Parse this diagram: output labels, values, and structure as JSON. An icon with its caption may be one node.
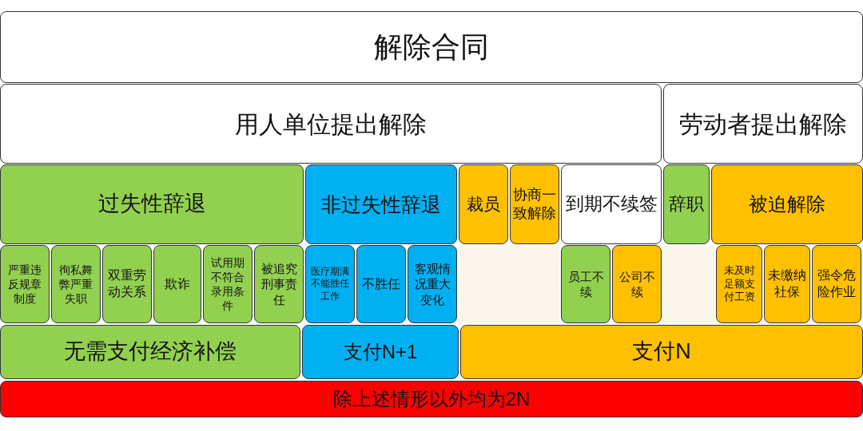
{
  "diagram": {
    "nodes": [
      {
        "text": [
          "解除合同"
        ]
      },
      {
        "text": [
          "用人单位提出解除"
        ]
      },
      {
        "text": [
          "劳动者提出解除"
        ]
      },
      {
        "text": [
          "过失性辞退"
        ]
      },
      {
        "text": [
          "非过失性辞退"
        ]
      },
      {
        "text": [
          "裁员"
        ]
      },
      {
        "text": [
          "协商一致解除"
        ]
      },
      {
        "text": [
          "到期不续签"
        ]
      },
      {
        "text": [
          "辞职"
        ]
      },
      {
        "text": [
          "被迫解除"
        ]
      },
      {
        "text": [
          "严重违反规章制度"
        ]
      },
      {
        "text": [
          "徇私舞弊严重失职"
        ]
      },
      {
        "text": [
          "双重劳动关系"
        ]
      },
      {
        "text": [
          "欺诈"
        ]
      },
      {
        "text": [
          "试用期不符合录用条件"
        ]
      },
      {
        "text": [
          "被追究刑事责任"
        ]
      },
      {
        "text": [
          "医疗期满不能胜任工作"
        ]
      },
      {
        "text": [
          "不胜任"
        ]
      },
      {
        "text": [
          "客观情况重大变化"
        ]
      },
      {
        "text": [
          "员工不续"
        ]
      },
      {
        "text": [
          "公司不续"
        ]
      },
      {
        "text": [
          "未及时足额支付工资"
        ]
      },
      {
        "text": [
          "未缴纳社保"
        ]
      },
      {
        "text": [
          "强令危险作业"
        ]
      },
      {
        "text": [
          "无需支付经济补偿"
        ]
      },
      {
        "text": [
          "支付N+1"
        ]
      },
      {
        "text": [
          "支付N"
        ]
      },
      {
        "text": [
          "除上述情形以外均为2N"
        ]
      }
    ]
  }
}
